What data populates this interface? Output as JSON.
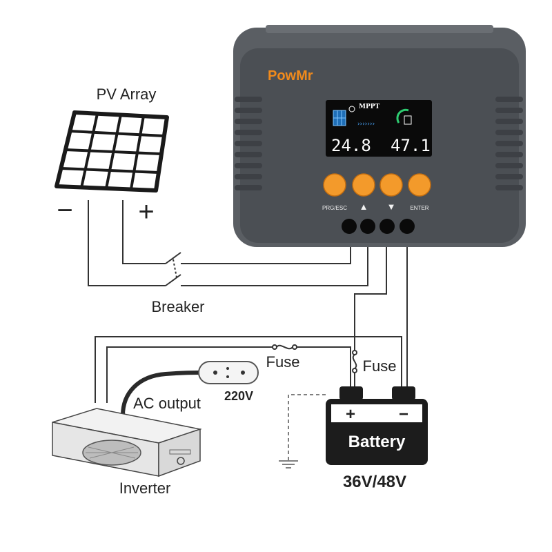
{
  "labels": {
    "pv_array": "PV Array",
    "breaker": "Breaker",
    "fuse_left": "Fuse",
    "fuse_right": "Fuse",
    "ac_output": "AC output",
    "voltage_220": "220V",
    "inverter": "Inverter",
    "battery": "Battery",
    "battery_voltage": "36V/48V",
    "pv_minus": "−",
    "pv_plus": "+",
    "bat_plus": "+",
    "bat_minus": "−"
  },
  "controller": {
    "brand": "PowMr",
    "lcd_mode": "MPPT",
    "lcd_value_left": "24.8",
    "lcd_value_right": "47.1",
    "buttons": [
      {
        "label": "PRG/ESC"
      },
      {
        "label": "▲"
      },
      {
        "label": "▼"
      },
      {
        "label": "ENTER"
      }
    ]
  },
  "colors": {
    "controller_body": "#55595e",
    "controller_face": "#4a4d52",
    "button_orange": "#f39a2b",
    "brand_orange": "#f08a1c",
    "lcd_bg": "#0a0a0a",
    "battery_body": "#1c1c1c",
    "wire": "#333333"
  }
}
